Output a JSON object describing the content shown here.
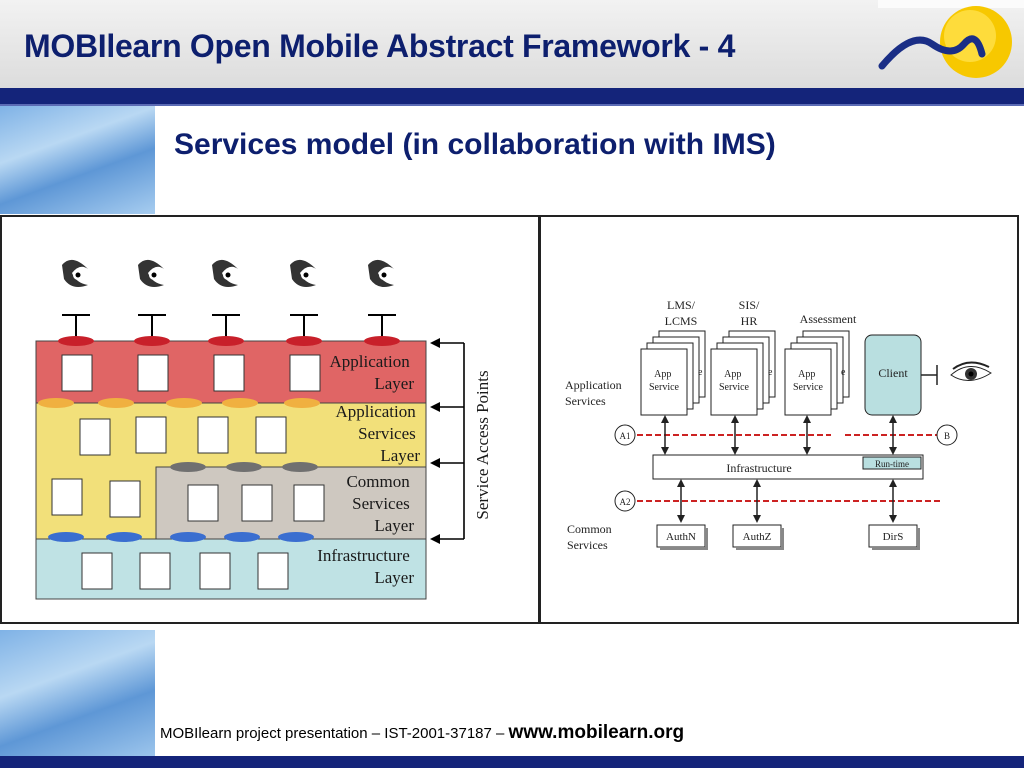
{
  "slide": {
    "title": "MOBIlearn Open Mobile Abstract Framework - 4",
    "subtitle": "Services model (in collaboration with IMS)"
  },
  "layer_diagram": {
    "layers": [
      {
        "label_lines": [
          "Application",
          "Layer"
        ],
        "color": "#e06565"
      },
      {
        "label_lines": [
          "Application",
          "Services",
          "Layer"
        ],
        "color": "#f2e07a"
      },
      {
        "label_lines": [
          "Common",
          "Services",
          "Layer"
        ],
        "color": "#cec8c0"
      },
      {
        "label_lines": [
          "Infrastructure",
          "Layer"
        ],
        "color": "#bfe2e4"
      }
    ],
    "side_label": "Service Access Points"
  },
  "ims_diagram": {
    "services": [
      "LMS/ LCMS",
      "SIS/ HR",
      "Assessment"
    ],
    "app_service_label_lines": [
      "App",
      "Service"
    ],
    "client_label": "Client",
    "application_services_label_lines": [
      "Application",
      "Services"
    ],
    "common_services_label_lines": [
      "Common",
      "Services"
    ],
    "markers": [
      "A1",
      "A2",
      "B"
    ],
    "infrastructure_label": "Infrastructure",
    "runtime_label": "Run-time",
    "common_services": [
      "AuthN",
      "AuthZ",
      "DirS"
    ],
    "card_fragment": "e"
  },
  "footer": {
    "text": "MOBIlearn project presentation – IST-2001-37187 – ",
    "url": "www.mobilearn.org"
  }
}
